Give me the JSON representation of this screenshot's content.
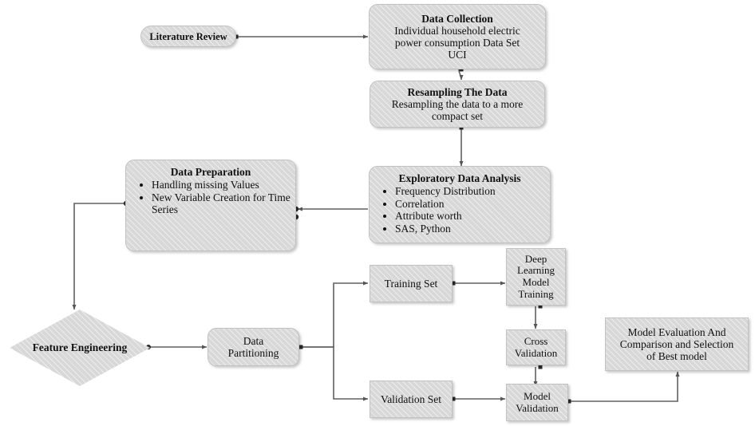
{
  "diagram": {
    "title": "Machine Learning Workflow Flowchart",
    "style": {
      "node_fill": "#d8d8d8",
      "node_border": "#c2c2c2",
      "connector_color": "#606060",
      "text_color": "#111111",
      "background": "#ffffff"
    },
    "nodes": {
      "literature_review": {
        "label": "Literature Review",
        "shape": "pill"
      },
      "data_collection": {
        "title": "Data Collection",
        "lines": [
          "Individual household electric",
          "power consumption Data Set",
          "UCI"
        ],
        "shape": "rounded-rect"
      },
      "resampling": {
        "title": "Resampling The Data",
        "lines": [
          "Resampling the data to a more",
          "compact set"
        ],
        "shape": "rounded-rect"
      },
      "eda": {
        "title": "Exploratory Data Analysis",
        "bullets": [
          "Frequency Distribution",
          "Correlation",
          "Attribute worth",
          "SAS, Python"
        ],
        "shape": "rounded-rect"
      },
      "data_preparation": {
        "title": "Data Preparation",
        "bullets": [
          "Handling missing Values",
          "New Variable Creation for Time Series"
        ],
        "shape": "rounded-rect"
      },
      "feature_engineering": {
        "label": "Feature Engineering",
        "shape": "diamond"
      },
      "data_partitioning": {
        "lines": [
          "Data",
          "Partitioning"
        ],
        "shape": "rounded-rect"
      },
      "training_set": {
        "lines": [
          "Training Set"
        ],
        "shape": "rect"
      },
      "validation_set": {
        "lines": [
          "Validation Set"
        ],
        "shape": "rect"
      },
      "deep_learning": {
        "lines": [
          "Deep",
          "Learning",
          "Model",
          "Training"
        ],
        "shape": "rect"
      },
      "cross_validation": {
        "lines": [
          "Cross",
          "Validation"
        ],
        "shape": "rect"
      },
      "model_validation": {
        "lines": [
          "Model",
          "Validation"
        ],
        "shape": "rect"
      },
      "model_evaluation": {
        "lines": [
          "Model Evaluation And",
          "Comparison and Selection",
          "of Best model"
        ],
        "shape": "rect"
      }
    },
    "edges": [
      {
        "from": "literature_review",
        "to": "data_collection",
        "style": "straight-right"
      },
      {
        "from": "data_collection",
        "to": "resampling",
        "style": "down"
      },
      {
        "from": "resampling",
        "to": "eda",
        "style": "down"
      },
      {
        "from": "eda",
        "to": "data_preparation",
        "style": "straight-left"
      },
      {
        "from": "data_preparation",
        "to": "feature_engineering",
        "style": "elbow-left-down"
      },
      {
        "from": "feature_engineering",
        "to": "data_partitioning",
        "style": "straight-right"
      },
      {
        "from": "data_partitioning",
        "to": "training_set",
        "style": "elbow-right-up"
      },
      {
        "from": "data_partitioning",
        "to": "validation_set",
        "style": "elbow-right-down"
      },
      {
        "from": "training_set",
        "to": "deep_learning",
        "style": "straight-right"
      },
      {
        "from": "deep_learning",
        "to": "cross_validation",
        "style": "down"
      },
      {
        "from": "cross_validation",
        "to": "model_validation",
        "style": "down"
      },
      {
        "from": "validation_set",
        "to": "model_validation",
        "style": "straight-right"
      },
      {
        "from": "model_validation",
        "to": "model_evaluation",
        "style": "elbow-right-up"
      }
    ]
  }
}
